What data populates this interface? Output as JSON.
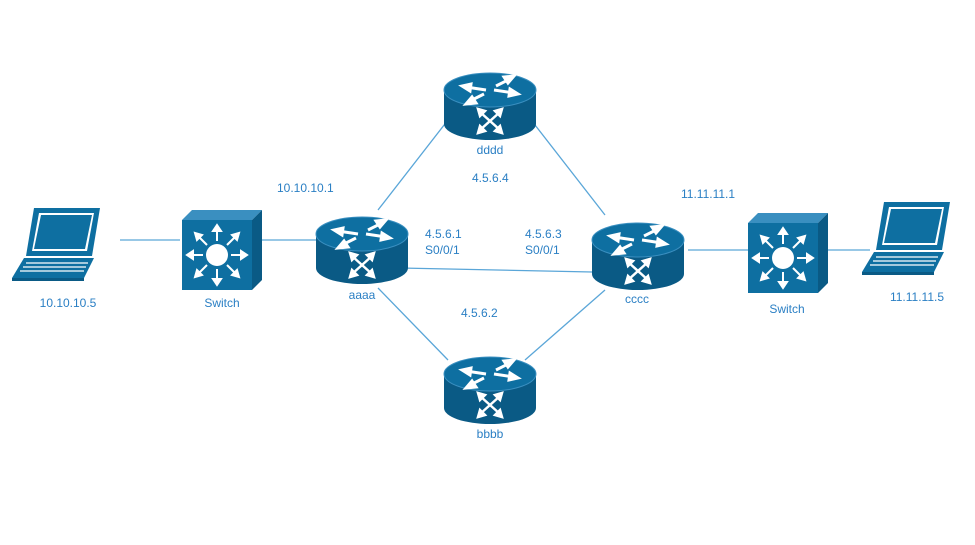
{
  "colors": {
    "device_fill": "#0e6fa1",
    "device_dark": "#0a5a85",
    "device_light": "#3a8fc0",
    "link": "#5aa6d8",
    "label": "#2a7fc4"
  },
  "devices": {
    "laptop_left": {
      "icon": "laptop-icon",
      "label": "10.10.10.5"
    },
    "switch_left": {
      "icon": "switch-icon",
      "label": "Switch"
    },
    "router_aaaa": {
      "icon": "router-icon",
      "label": "aaaa"
    },
    "router_dddd": {
      "icon": "router-icon",
      "label": "dddd"
    },
    "router_bbbb": {
      "icon": "router-icon",
      "label": "bbbb"
    },
    "router_cccc": {
      "icon": "router-icon",
      "label": "cccc"
    },
    "switch_right": {
      "icon": "switch-icon",
      "label": "Switch"
    },
    "laptop_right": {
      "icon": "laptop-icon",
      "label": "11.11.11.5"
    }
  },
  "addresses": {
    "aaaa_lan": "10.10.10.1",
    "aaaa_wan_ip": "4.5.6.1",
    "aaaa_wan_if": "S0/0/1",
    "cccc_wan_ip": "4.5.6.3",
    "cccc_wan_if": "S0/0/1",
    "cccc_lan": "11.11.11.1",
    "dddd_ip": "4.5.6.4",
    "bbbb_ip": "4.5.6.2"
  }
}
